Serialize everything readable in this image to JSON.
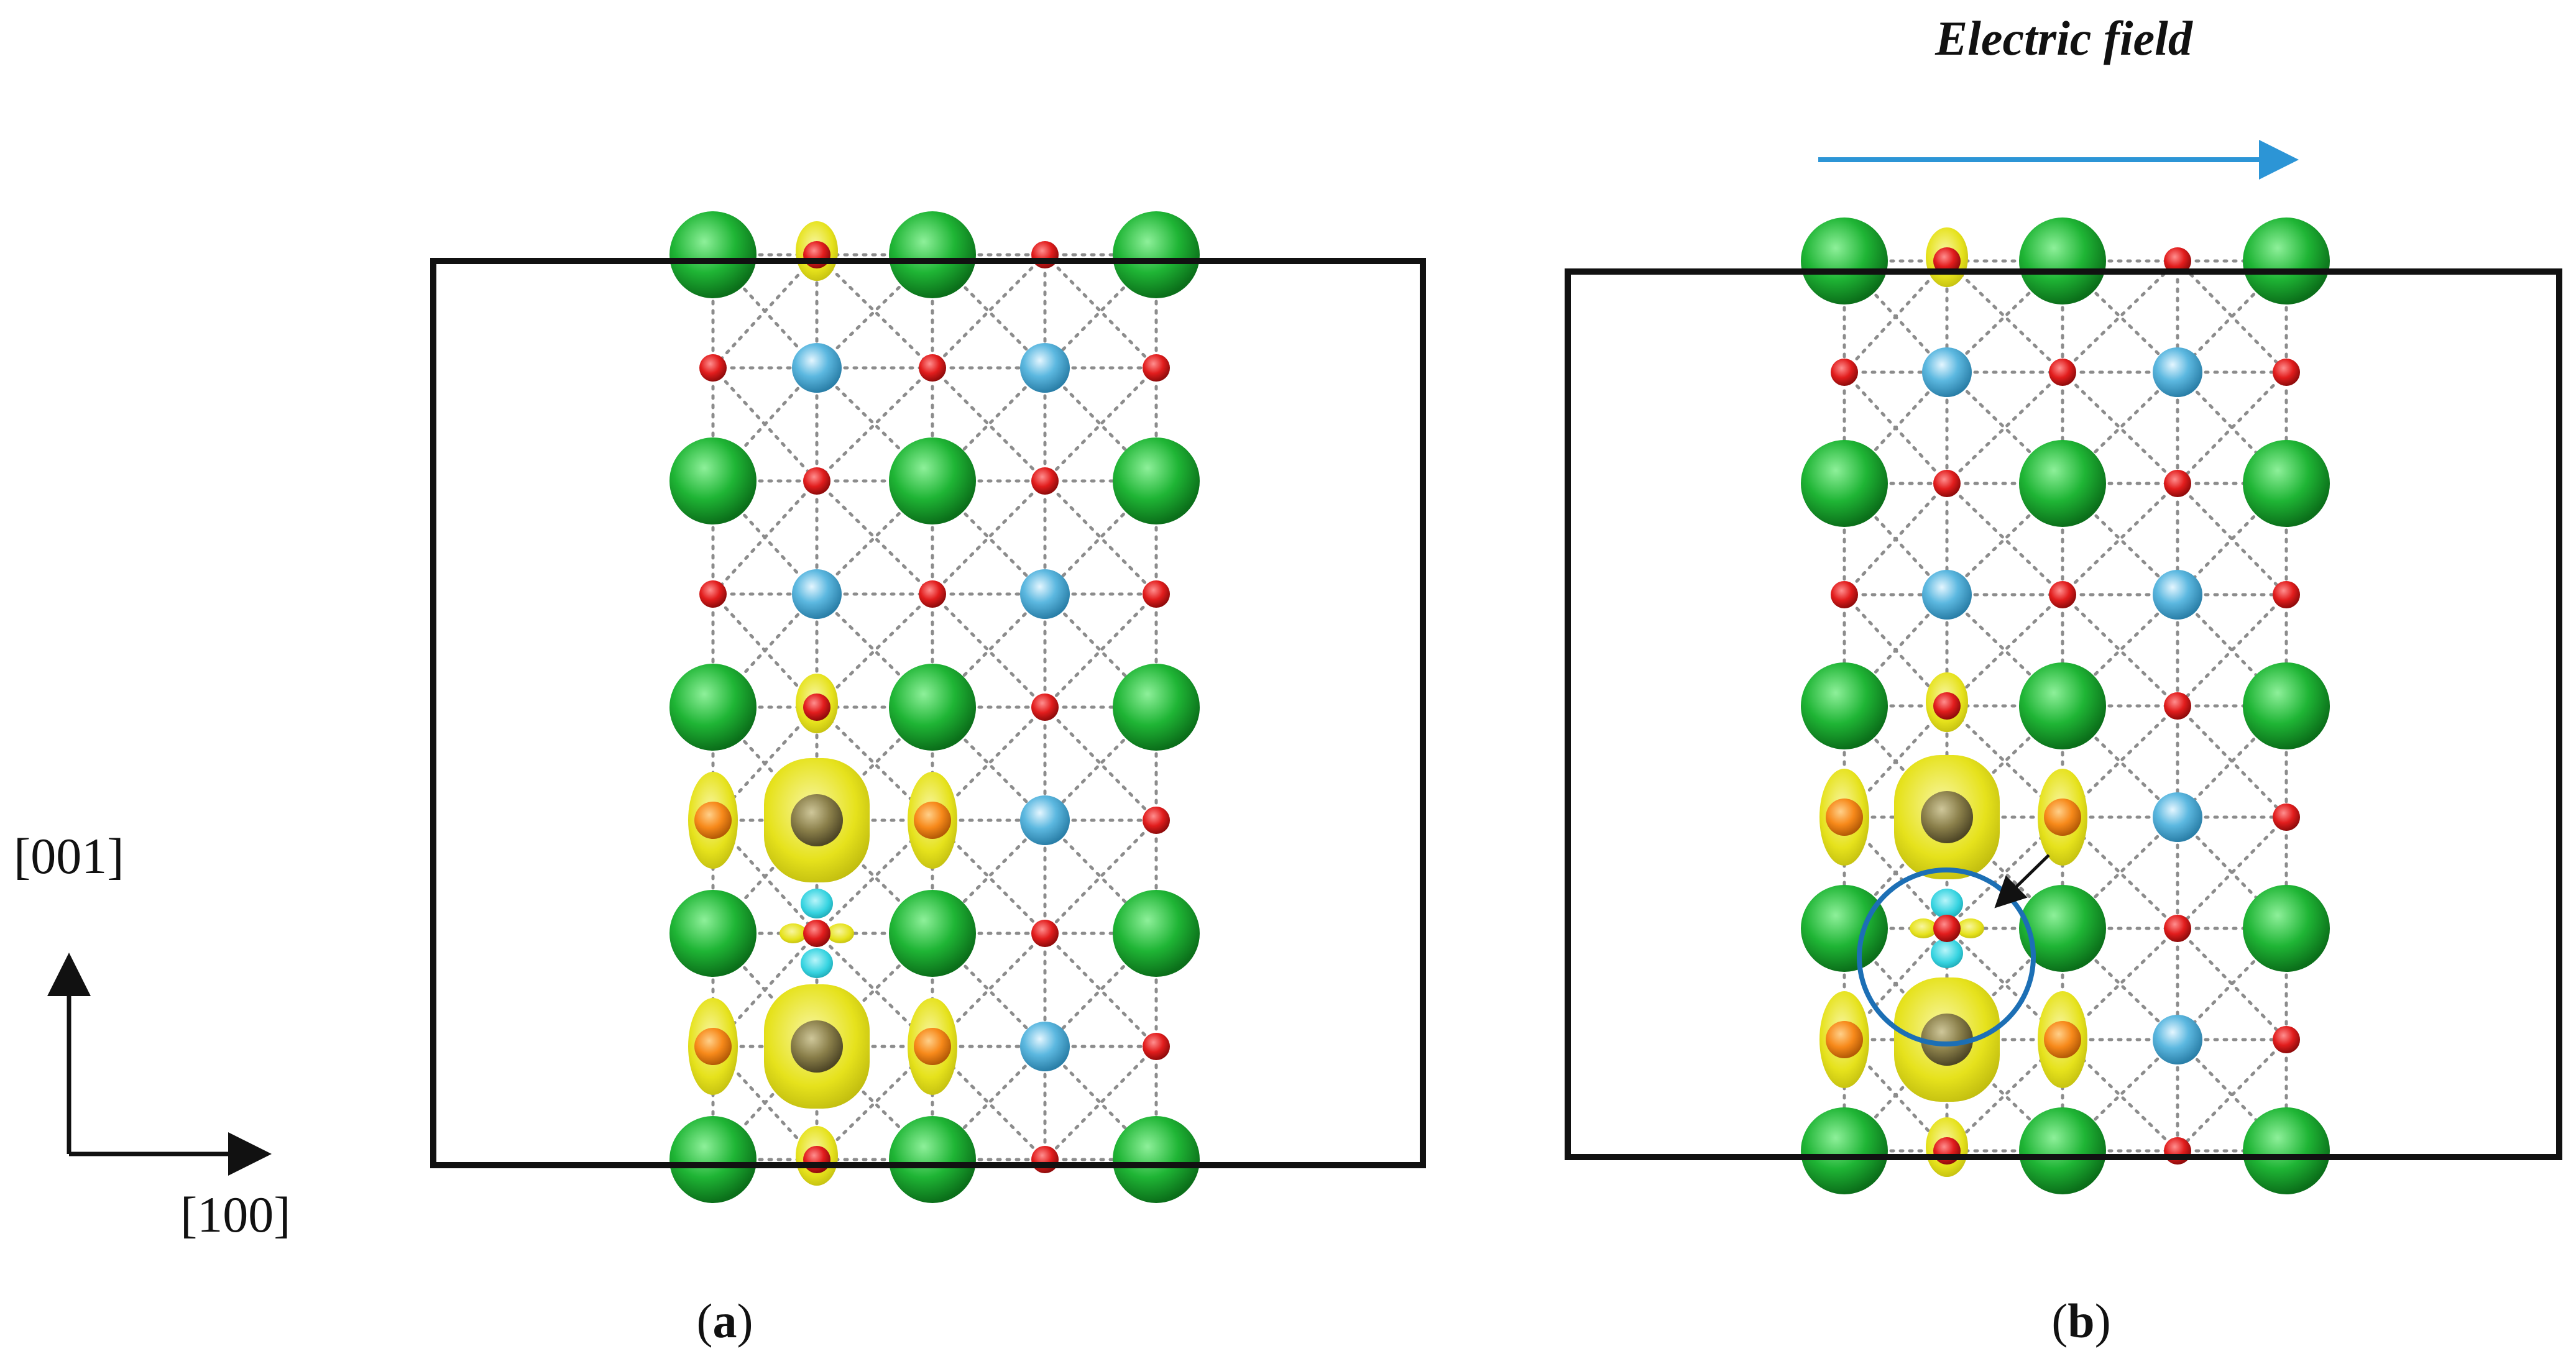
{
  "axes": {
    "vertical_label": "[001]",
    "horizontal_label": "[100]",
    "color": "#111111"
  },
  "panels": [
    {
      "id": "a",
      "caption_open": "(",
      "caption_letter": "a",
      "caption_close": ")",
      "has_electric_field": false,
      "highlight_circle": false
    },
    {
      "id": "b",
      "caption_open": "(",
      "caption_letter": "b",
      "caption_close": ")",
      "has_electric_field": true,
      "highlight_circle": true,
      "electric_field_label": "Electric field"
    }
  ],
  "colors": {
    "green_atom": "#1fb535",
    "blue_atom": "#5cb8e0",
    "red_atom": "#e21d1d",
    "orange_atom": "#f7891a",
    "dark_atom": "#8a7f4a",
    "charge_yellow": "#e6e21c",
    "charge_cyan": "#35d3e0",
    "bond": "#8c8c8c",
    "frame": "#111111",
    "field_arrow": "#2c95d6",
    "highlight_circle": "#1c6fb5"
  }
}
